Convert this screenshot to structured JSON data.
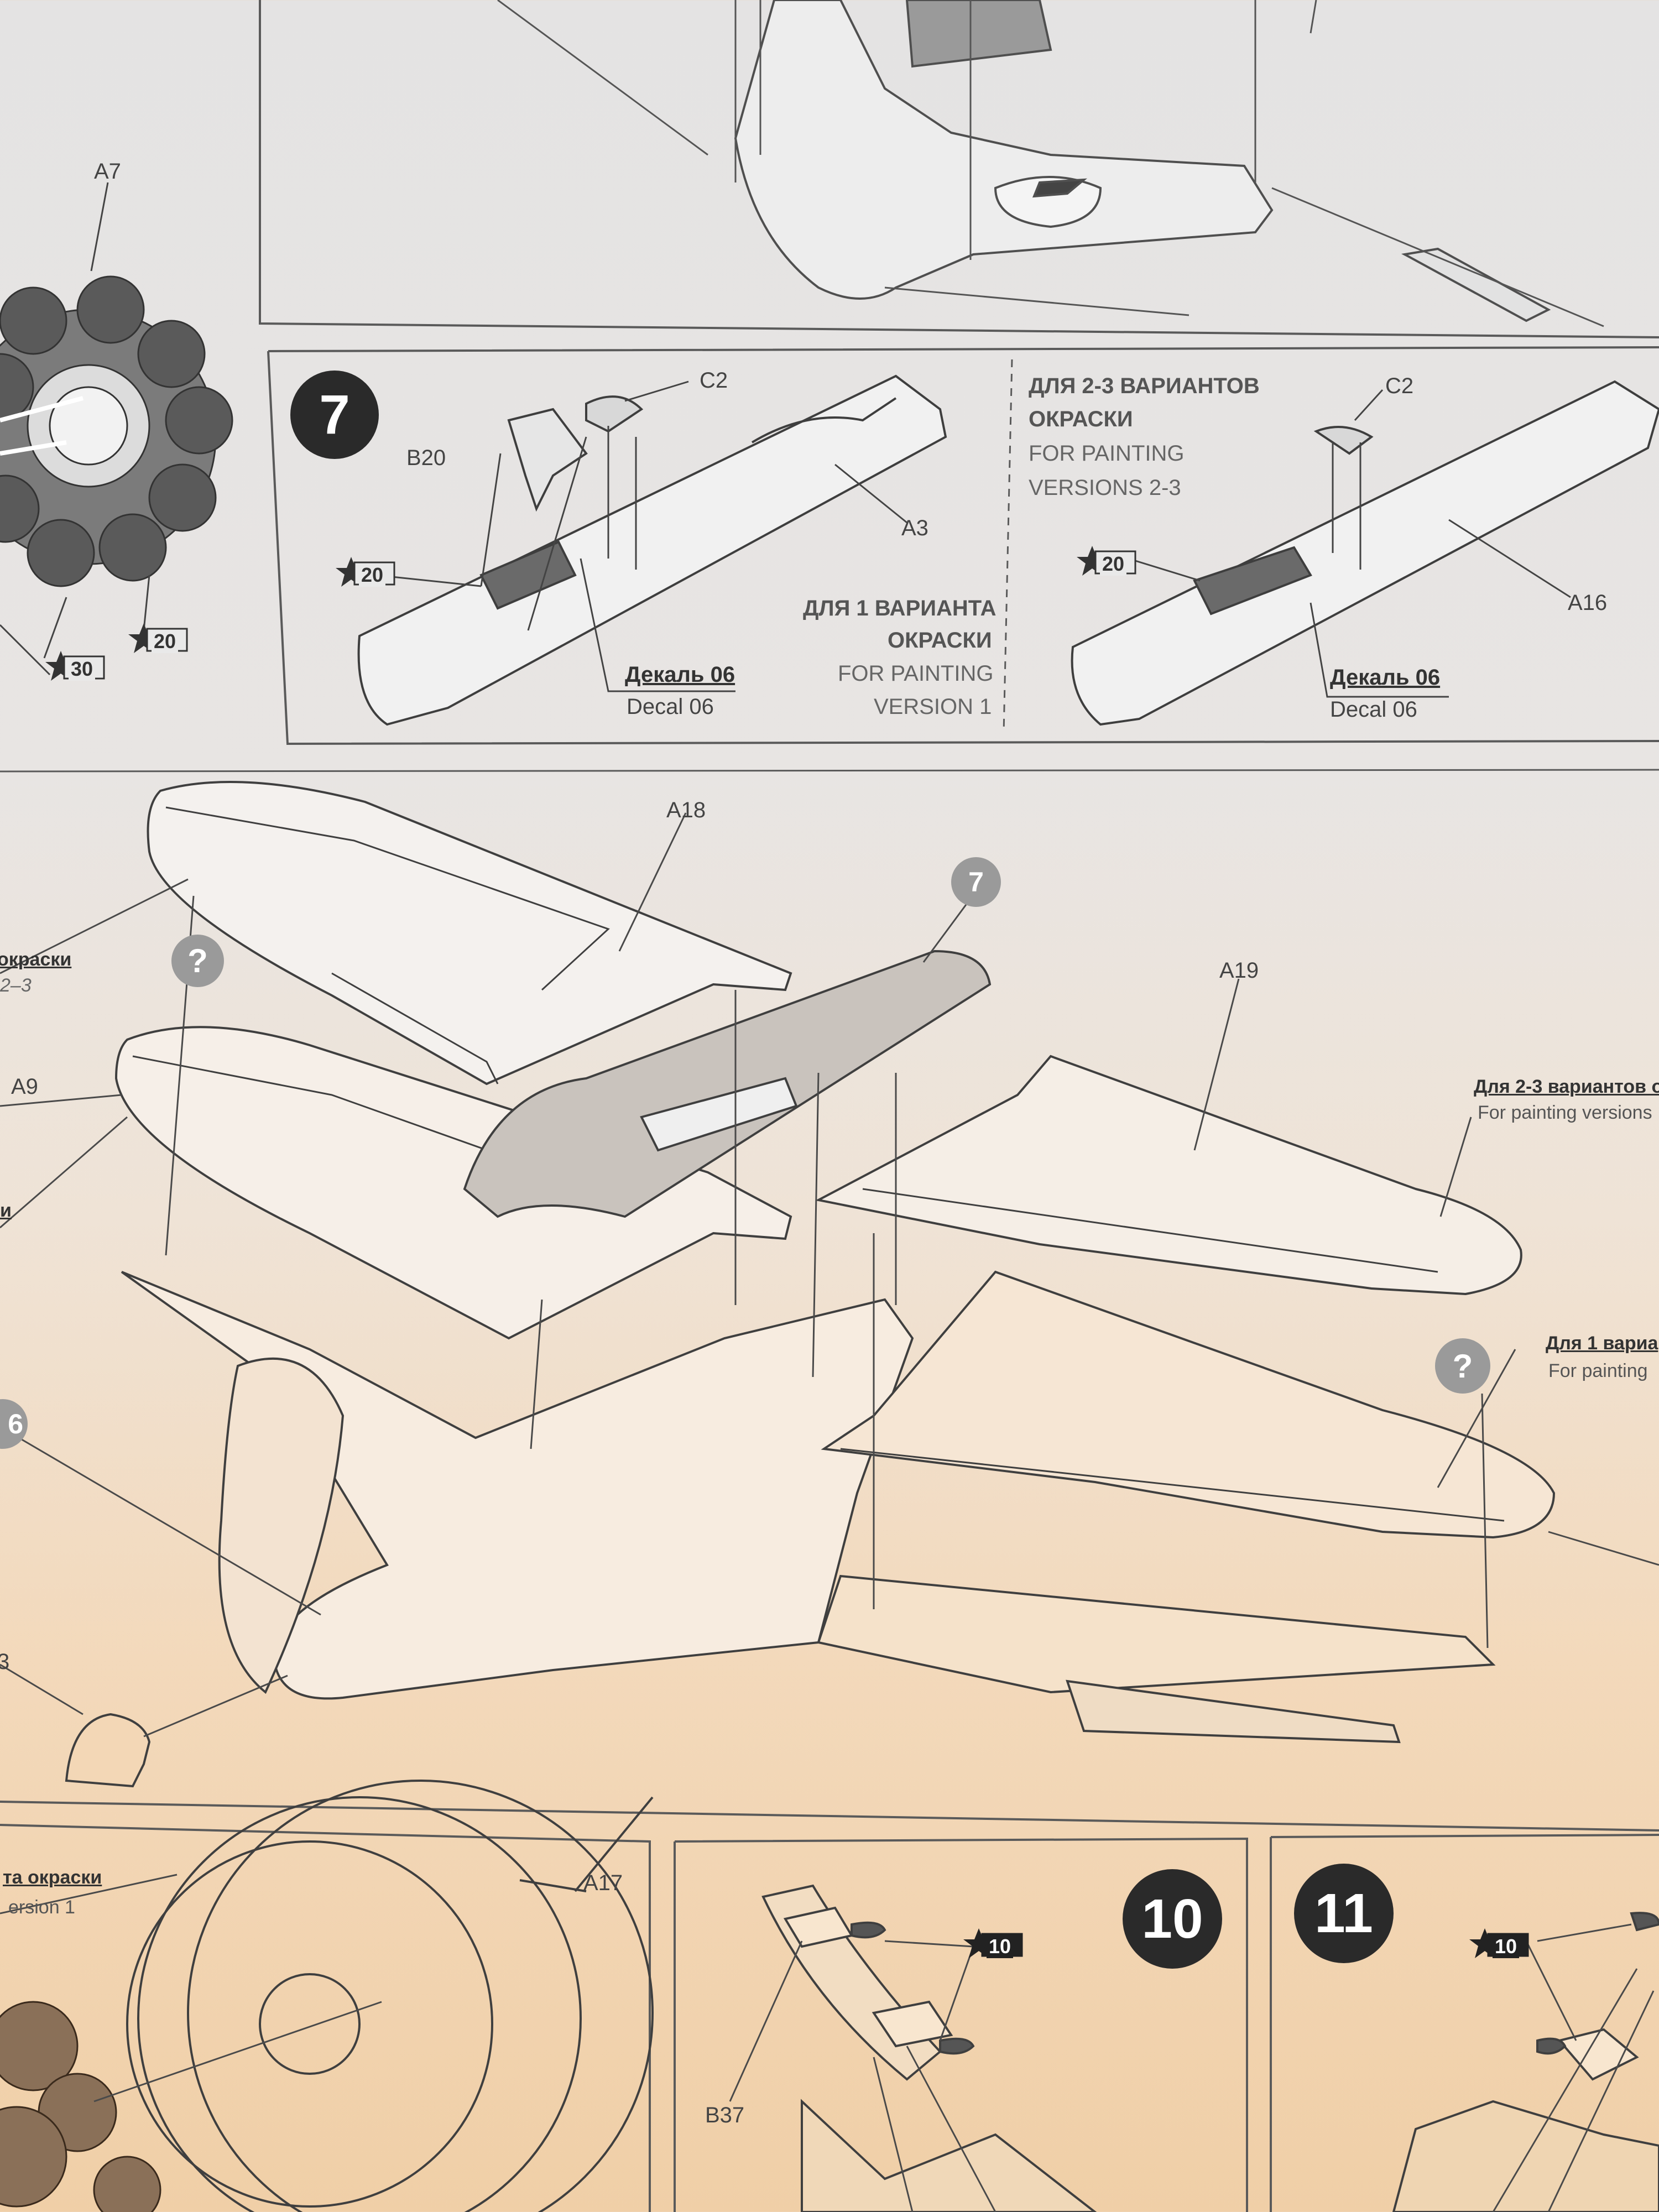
{
  "steps": {
    "step7": "7",
    "step10": "10",
    "step11": "11",
    "ref7": "7",
    "unknown1": "?",
    "unknown2": "?"
  },
  "labels": {
    "a7": "A7",
    "c2_left": "C2",
    "c2_right": "C2",
    "b20": "B20",
    "a3": "A3",
    "a16": "A16",
    "a18": "A18",
    "a19": "A19",
    "a9": "A9",
    "a17": "A17",
    "b37": "B37",
    "b3_partial": "3",
    "ref_partial_6": "6"
  },
  "stars": {
    "s20_engine": "20",
    "s30_engine": "30",
    "s20_step7_left": "20",
    "s20_step7_right": "20",
    "s10_step10": "10",
    "s10_step11": "10"
  },
  "notes": {
    "v1_ru_line1": "ДЛЯ 1 ВАРИАНТА",
    "v1_ru_line2": "ОКРАСКИ",
    "v1_en_line1": "FOR PAINTING",
    "v1_en_line2": "VERSION 1",
    "v23_ru_line1": "ДЛЯ 2-3 ВАРИАНТОВ",
    "v23_ru_line2": "ОКРАСКИ",
    "v23_en_line1": "FOR PAINTING",
    "v23_en_line2": "VERSIONS 2-3",
    "decal_ru_left": "Декаль 06",
    "decal_en_left": "Decal 06",
    "decal_ru_right": "Декаль 06",
    "decal_en_right": "Decal 06",
    "right_v23_ru": "Для 2-3 вариантов о",
    "right_v23_en": "For painting versions",
    "right_v1_ru": "Для 1 вариа",
    "right_v1_en": "For painting",
    "left_okraski": "окраски",
    "left_23": "2–3",
    "left_i": "и",
    "bottom_ru": "та окраски",
    "bottom_en": "ersion 1"
  }
}
